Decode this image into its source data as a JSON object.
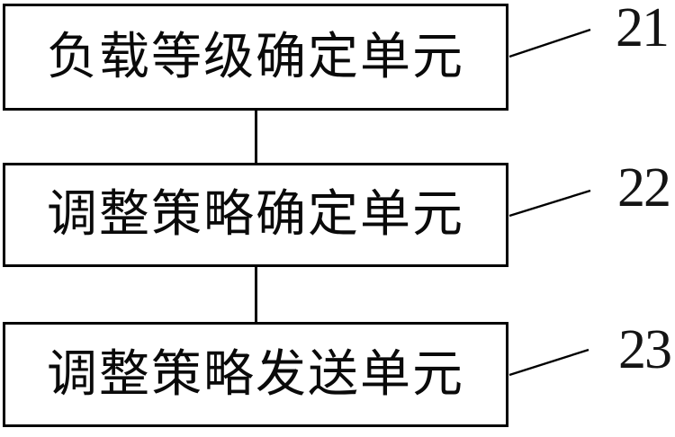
{
  "figure": {
    "background_color": "#ffffff",
    "line_color": "#000000",
    "boxes": [
      {
        "label": "负载等级确定单元",
        "ref": "21"
      },
      {
        "label": "调整策略确定单元",
        "ref": "22"
      },
      {
        "label": "调整策略发送单元",
        "ref": "23"
      }
    ]
  }
}
